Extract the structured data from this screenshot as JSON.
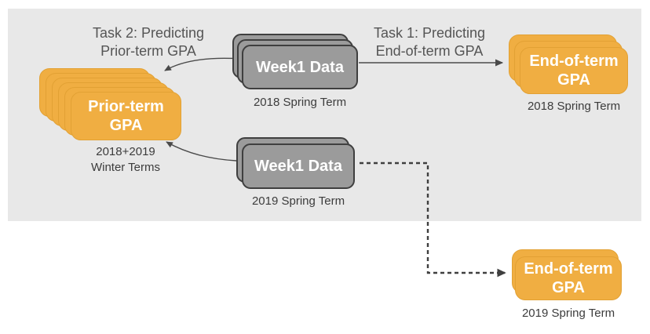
{
  "page": {
    "background": "#FFFFFF"
  },
  "panel": {
    "background": "#E8E8E8"
  },
  "tasks": {
    "task2": {
      "line1": "Task 2: Predicting",
      "line2": "Prior-term GPA"
    },
    "task1": {
      "line1": "Task 1: Predicting",
      "line2": "End-of-term GPA"
    }
  },
  "nodes": {
    "prior_term_gpa": {
      "title_line1": "Prior-term",
      "title_line2": "GPA",
      "caption_line1": "2018+2019",
      "caption_line2": "Winter Terms",
      "layers": 6
    },
    "week1_2018": {
      "title": "Week1 Data",
      "caption": "2018 Spring Term",
      "layers": 3
    },
    "end_of_term_2018": {
      "title_line1": "End-of-term",
      "title_line2": "GPA",
      "caption": "2018 Spring Term",
      "layers": 3
    },
    "week1_2019": {
      "title": "Week1 Data",
      "caption": "2019 Spring Term",
      "layers": 2
    },
    "end_of_term_2019": {
      "title_line1": "End-of-term",
      "title_line2": "GPA",
      "caption": "2019 Spring Term",
      "layers": 2
    }
  },
  "arrows": [
    {
      "name": "task1-arrow",
      "from": "week1_2018",
      "to": "end_of_term_2018",
      "style": "solid"
    },
    {
      "name": "task2-arrow-from-2018",
      "from": "week1_2018",
      "to": "prior_term_gpa",
      "style": "solid-curved"
    },
    {
      "name": "task2-arrow-from-2019",
      "from": "week1_2019",
      "to": "prior_term_gpa",
      "style": "solid-curved"
    },
    {
      "name": "prediction-arrow-2019",
      "from": "week1_2019",
      "to": "end_of_term_2019",
      "style": "dashed"
    }
  ],
  "colors": {
    "card_yellow": "#F0AE42",
    "card_gray": "#9B9B9B",
    "card_gray_border": "#3F3F3F",
    "panel_background": "#E8E8E8",
    "arrow": "#4A4A4A",
    "caption_text": "#3C3C3C",
    "task_text": "#555555",
    "card_text": "#FFFFFF"
  }
}
